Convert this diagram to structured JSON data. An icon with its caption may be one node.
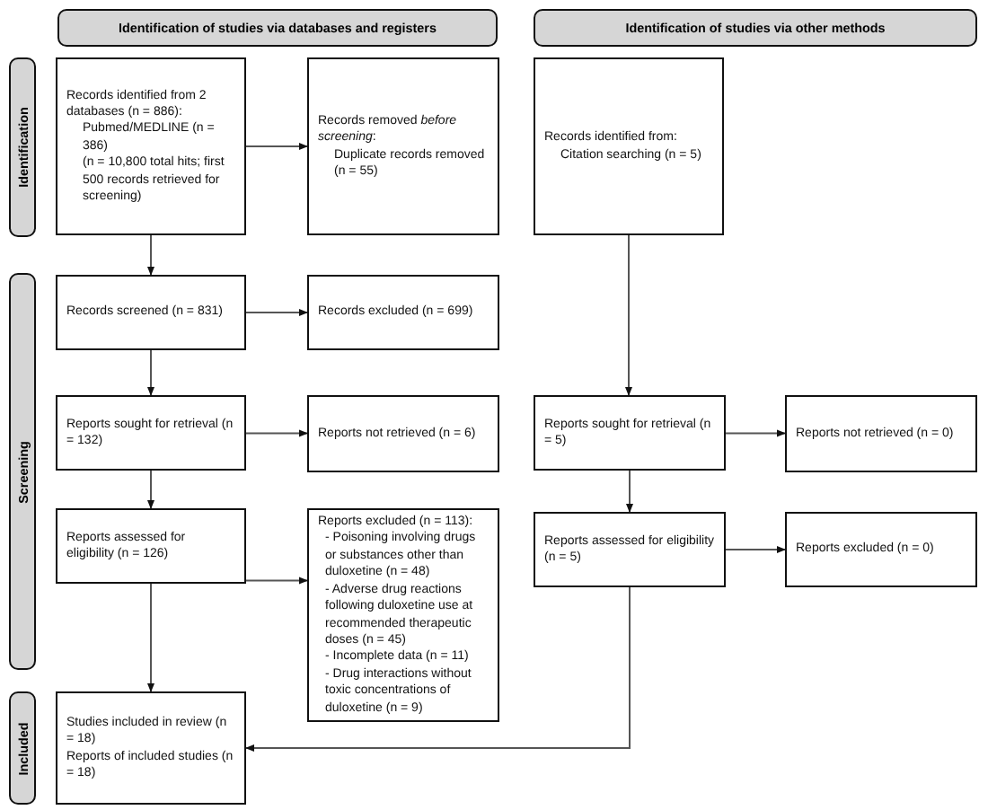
{
  "diagram": {
    "nodes": [
      {
        "text": [
          "Identification of studies via databases and registers"
        ]
      },
      {
        "text": [
          "Identification of studies via other methods"
        ]
      },
      {
        "text": [
          "Identification"
        ]
      },
      {
        "text": [
          "Records identified from 2 databases (n = 886):",
          "Pubmed/MEDLINE (n = 386)",
          "(n = 10,800 total hits; first 500 records retrieved for screening)"
        ]
      },
      {
        "text": [
          "Records removed *before screening*:",
          "Duplicate records removed (n = 55)"
        ]
      },
      {
        "text": [
          "Records identified from:",
          "Citation searching (n = 5)"
        ]
      },
      {
        "text": [
          "Screening"
        ]
      },
      {
        "text": [
          "Records screened (n = 831)"
        ]
      },
      {
        "text": [
          "Records excluded (n = 699)"
        ]
      },
      {
        "text": [
          "Reports sought for retrieval (n = 132)"
        ]
      },
      {
        "text": [
          "Reports not retrieved (n = 6)"
        ]
      },
      {
        "text": [
          "Reports sought for retrieval (n = 5)"
        ]
      },
      {
        "text": [
          "Reports not retrieved (n = 0)"
        ]
      },
      {
        "text": [
          "Reports assessed for eligibility (n = 126)"
        ]
      },
      {
        "text": [
          "Reports excluded (n = 113):",
          "- Poisoning involving drugs or substances other than duloxetine (n = 48)",
          "- Adverse drug reactions following duloxetine use at recommended therapeutic doses (n = 45)",
          "- Incomplete data (n = 11)",
          "- Drug interactions without toxic concentrations of duloxetine (n = 9)"
        ]
      },
      {
        "text": [
          "Reports assessed for eligibility (n = 5)"
        ]
      },
      {
        "text": [
          "Reports excluded (n = 0)"
        ]
      },
      {
        "text": [
          "Included"
        ]
      },
      {
        "text": [
          "Studies included in review (n = 18)",
          "Reports of included studies (n = 18)"
        ]
      }
    ],
    "edges": [
      {
        "from": 3,
        "to": 4,
        "arrow": "to"
      },
      {
        "from": 3,
        "to": 7,
        "arrow": "to"
      },
      {
        "from": 7,
        "to": 8,
        "arrow": "to"
      },
      {
        "from": 7,
        "to": 9,
        "arrow": "to"
      },
      {
        "from": 9,
        "to": 10,
        "arrow": "to"
      },
      {
        "from": 9,
        "to": 13,
        "arrow": "to"
      },
      {
        "from": 13,
        "to": 14,
        "arrow": "to"
      },
      {
        "from": 13,
        "to": 18,
        "arrow": "to"
      },
      {
        "from": 5,
        "to": 11,
        "arrow": "to"
      },
      {
        "from": 11,
        "to": 12,
        "arrow": "to"
      },
      {
        "from": 11,
        "to": 15,
        "arrow": "to"
      },
      {
        "from": 15,
        "to": 16,
        "arrow": "to"
      },
      {
        "from": 15,
        "to": 18,
        "arrow": "to"
      }
    ]
  }
}
